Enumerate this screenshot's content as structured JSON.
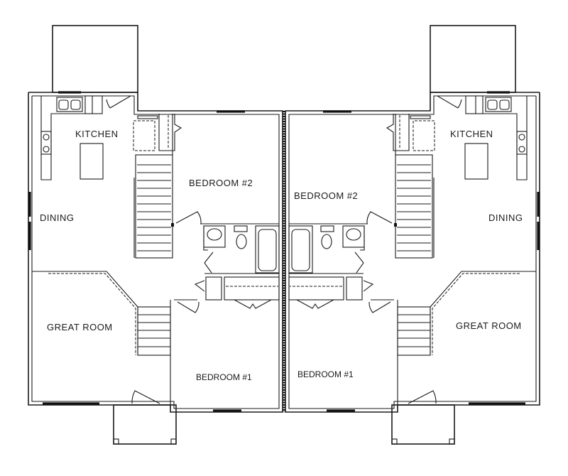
{
  "plan": {
    "type": "duplex floor plan",
    "units": [
      {
        "side": "left",
        "rooms": {
          "kitchen": "KITCHEN",
          "dining": "DINING",
          "great_room": "GREAT ROOM",
          "bedroom2": "BEDROOM #2",
          "bedroom1": "BEDROOM #1"
        }
      },
      {
        "side": "right",
        "rooms": {
          "kitchen": "KITCHEN",
          "dining": "DINING",
          "great_room": "GREAT ROOM",
          "bedroom2": "BEDROOM #2",
          "bedroom1": "BEDROOM #1"
        }
      }
    ]
  }
}
